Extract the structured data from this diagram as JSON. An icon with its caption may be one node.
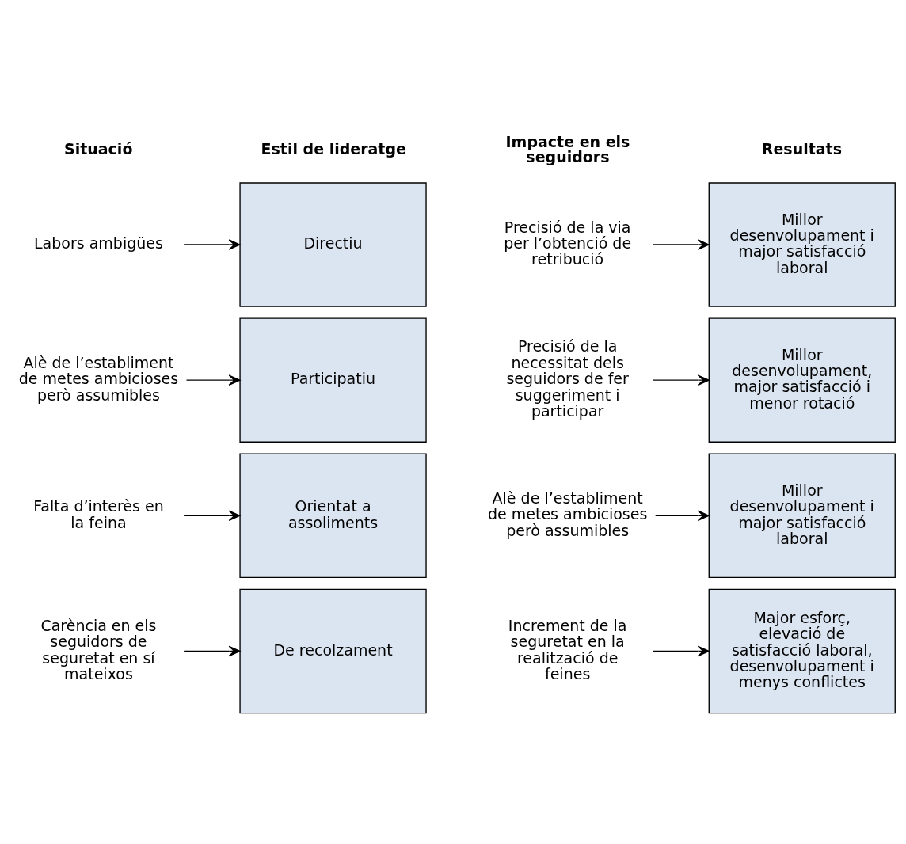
{
  "diagram": {
    "nodes": [
      {
        "text": [
          "Carència en els seguidors de seguretat en sí mateixos"
        ]
      },
      {
        "text": [
          "De recolzament"
        ]
      },
      {
        "text": [
          "Increment de la seguretat en la realització de feines"
        ]
      },
      {
        "text": [
          "Major esforç, elevació de satisfacció laboral, desenvolupament i menys conflictes"
        ]
      },
      {
        "text": [
          "Falta d’interès en la feina"
        ]
      },
      {
        "text": [
          "Orientat a assoliments"
        ]
      },
      {
        "text": [
          "Alè de l’establiment de metes ambicioses però assumibles"
        ]
      },
      {
        "text": [
          "Millor desenvolupament i major satisfacció laboral"
        ]
      },
      {
        "text": [
          "Alè de l’establiment de metes ambicioses però assumibles"
        ]
      },
      {
        "text": [
          "Participatiu"
        ]
      },
      {
        "text": [
          "Precisió de la necessitat dels seguidors de fer suggeriment i participar"
        ]
      },
      {
        "text": [
          "Millor desenvolupament, major satisfacció i menor rotació"
        ]
      },
      {
        "text": [
          "Labors ambigües"
        ]
      },
      {
        "text": [
          "Directiu"
        ]
      },
      {
        "text": [
          "Precisió de la via per l’obtenció de retribució"
        ]
      },
      {
        "text": [
          "Millor desenvolupament i major satisfacció laboral"
        ]
      }
    ],
    "edges": [
      {
        "from": 0,
        "to": 1,
        "arrow": "to"
      },
      {
        "from": 2,
        "to": 3,
        "arrow": "to"
      },
      {
        "from": 4,
        "to": 5,
        "arrow": "to"
      },
      {
        "from": 6,
        "to": 7,
        "arrow": "to"
      },
      {
        "from": 8,
        "to": 9,
        "arrow": "to"
      },
      {
        "from": 10,
        "to": 11,
        "arrow": "to"
      },
      {
        "from": 12,
        "to": 13,
        "arrow": "to"
      },
      {
        "from": 14,
        "to": 15,
        "arrow": "to"
      }
    ],
    "labels": [
      "Situació",
      "Estil de lideratge",
      "Impacte en els seguidors",
      "Resultats"
    ]
  }
}
